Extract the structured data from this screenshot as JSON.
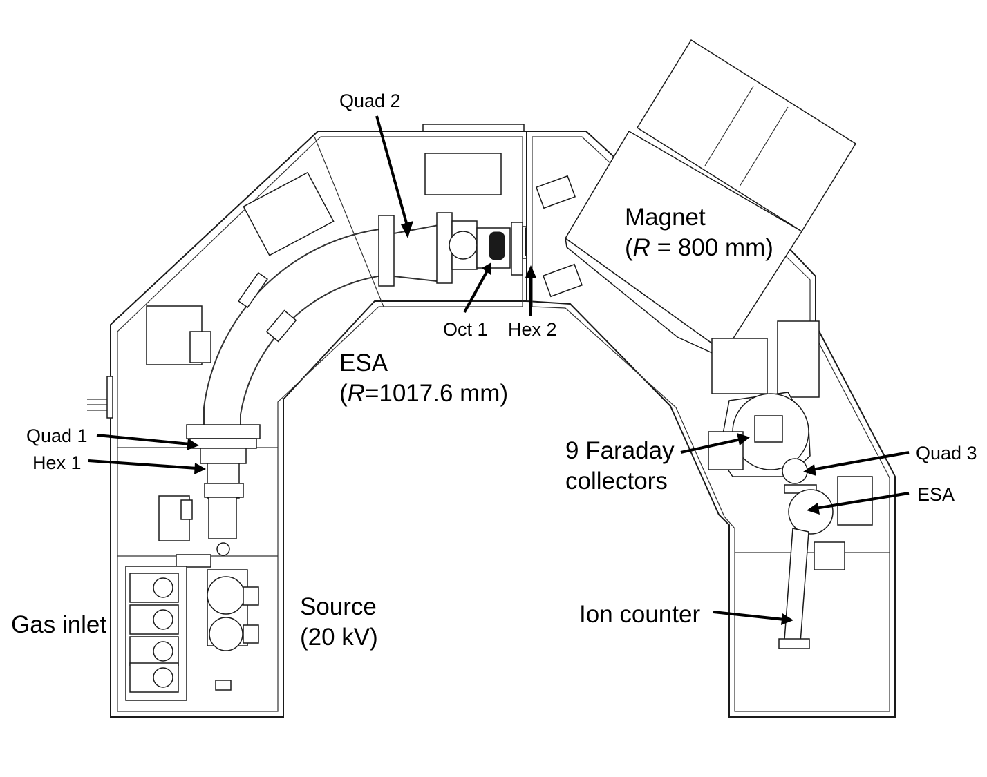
{
  "labels": {
    "quad2": "Quad 2",
    "magnet": "Magnet",
    "magnet_radius_prefix": "(",
    "magnet_radius_var": "R",
    "magnet_radius_rest": " = 800 mm)",
    "oct1": "Oct 1",
    "hex2": "Hex 2",
    "esa_main": "ESA",
    "esa_radius_prefix": "(",
    "esa_radius_var": "R",
    "esa_radius_rest": "=1017.6 mm)",
    "quad1": "Quad 1",
    "hex1": "Hex 1",
    "faraday_line1": "9 Faraday",
    "faraday_line2": "collectors",
    "quad3": "Quad 3",
    "esa_small": "ESA",
    "ion_counter": "Ion counter",
    "source_line1": "Source",
    "source_line2": "(20 kV)",
    "gas_inlet": "Gas inlet"
  },
  "colors": {
    "line": "#1a1a1a",
    "background": "#ffffff",
    "text": "#000000"
  }
}
